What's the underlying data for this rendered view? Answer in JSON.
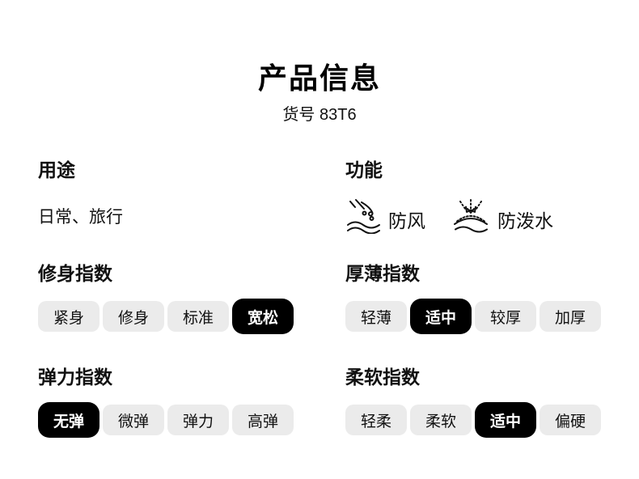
{
  "page": {
    "title": "产品信息",
    "subtitle": "货号 83T6"
  },
  "sections": {
    "usage": {
      "label": "用途",
      "value": "日常、旅行"
    },
    "features": {
      "label": "功能",
      "items": [
        {
          "icon": "windproof-icon",
          "label": "防风"
        },
        {
          "icon": "water-repellent-icon",
          "label": "防泼水"
        }
      ]
    },
    "fit": {
      "label": "修身指数",
      "options": [
        {
          "label": "紧身",
          "selected": false
        },
        {
          "label": "修身",
          "selected": false
        },
        {
          "label": "标准",
          "selected": false
        },
        {
          "label": "宽松",
          "selected": true
        }
      ]
    },
    "thickness": {
      "label": "厚薄指数",
      "options": [
        {
          "label": "轻薄",
          "selected": false
        },
        {
          "label": "适中",
          "selected": true
        },
        {
          "label": "较厚",
          "selected": false
        },
        {
          "label": "加厚",
          "selected": false
        }
      ]
    },
    "elasticity": {
      "label": "弹力指数",
      "options": [
        {
          "label": "无弹",
          "selected": true
        },
        {
          "label": "微弹",
          "selected": false
        },
        {
          "label": "弹力",
          "selected": false
        },
        {
          "label": "高弹",
          "selected": false
        }
      ]
    },
    "softness": {
      "label": "柔软指数",
      "options": [
        {
          "label": "轻柔",
          "selected": false
        },
        {
          "label": "柔软",
          "selected": false
        },
        {
          "label": "适中",
          "selected": true
        },
        {
          "label": "偏硬",
          "selected": false
        }
      ]
    }
  },
  "colors": {
    "background": "#ffffff",
    "text": "#111111",
    "option_bg": "#ebebeb",
    "option_text": "#111111",
    "selected_bg": "#000000",
    "selected_text": "#ffffff"
  }
}
